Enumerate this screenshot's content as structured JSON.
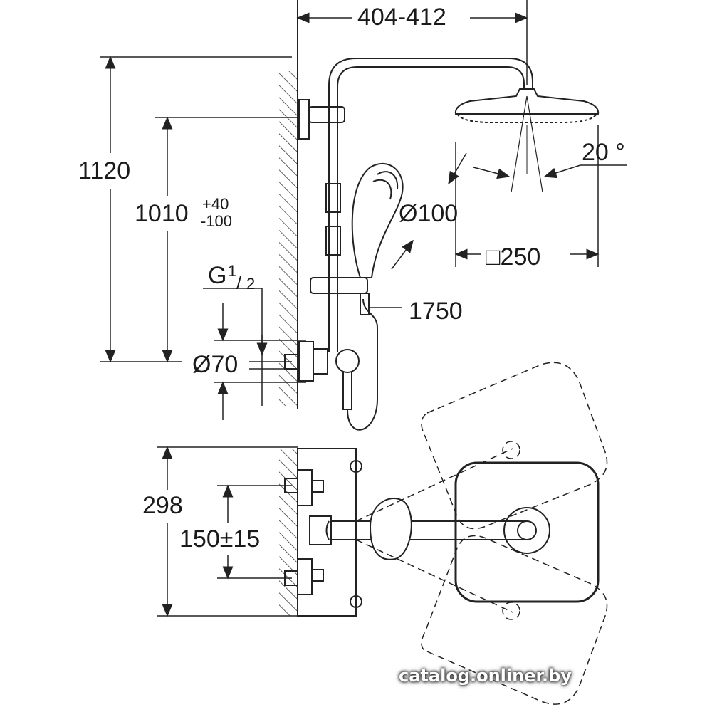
{
  "dimensions": {
    "width_range": "404-412",
    "total_height": "1120",
    "outlet_height": "1010",
    "outlet_tol_plus": "+40",
    "outlet_tol_minus": "-100",
    "thread": "G",
    "thread_num": "1",
    "thread_den": "2",
    "escutcheon_diameter": "Ø70",
    "spray_angle": "20 °",
    "handshower_diameter": "Ø100",
    "head_size": "□250",
    "hose_length": "1750",
    "thermostat_height": "298",
    "inlet_spacing": "150±15"
  },
  "watermark": "catalog.onliner.by"
}
